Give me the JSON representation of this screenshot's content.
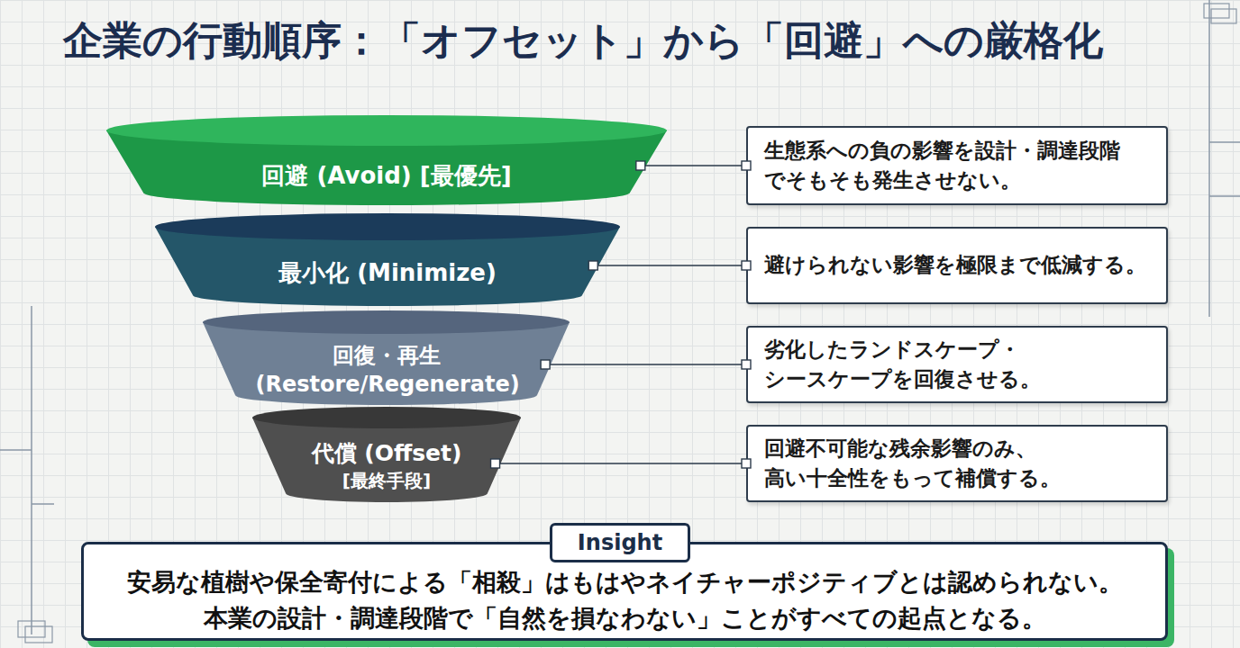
{
  "diagram": {
    "title": "企業の行動順序：「オフセット」から「回避」への厳格化",
    "nodes": [
      {
        "text": [
          "回避 (Avoid) [最優先]"
        ]
      },
      {
        "text": [
          "生態系への負の影響を設計・調達段階 でそもそも発生させない。"
        ]
      },
      {
        "text": [
          "最小化 (Minimize)"
        ]
      },
      {
        "text": [
          "避けられない影響を極限まで低減する。"
        ]
      },
      {
        "text": [
          "回復・再生 (Restore/Regenerate)"
        ]
      },
      {
        "text": [
          "劣化したランドスケープ・ シースケープを回復させる。"
        ]
      },
      {
        "text": [
          "代償 (Offset)",
          "[最終手段]"
        ]
      },
      {
        "text": [
          "回避不可能な残余影響のみ、 高い十全性をもって補償する。"
        ]
      },
      {
        "text": [
          "Insight",
          "安易な植樹や保全寄付による「相殺」はもはやネイチャーポジティブとは認められない。 本業の設計・調達段階で「自然を損なわない」ことがすべての起点となる。"
        ]
      }
    ],
    "edges": [
      {
        "from": 0,
        "to": 1,
        "arrow": "none"
      },
      {
        "from": 2,
        "to": 3,
        "arrow": "none"
      },
      {
        "from": 4,
        "to": 5,
        "arrow": "none"
      },
      {
        "from": 6,
        "to": 7,
        "arrow": "none"
      }
    ]
  }
}
